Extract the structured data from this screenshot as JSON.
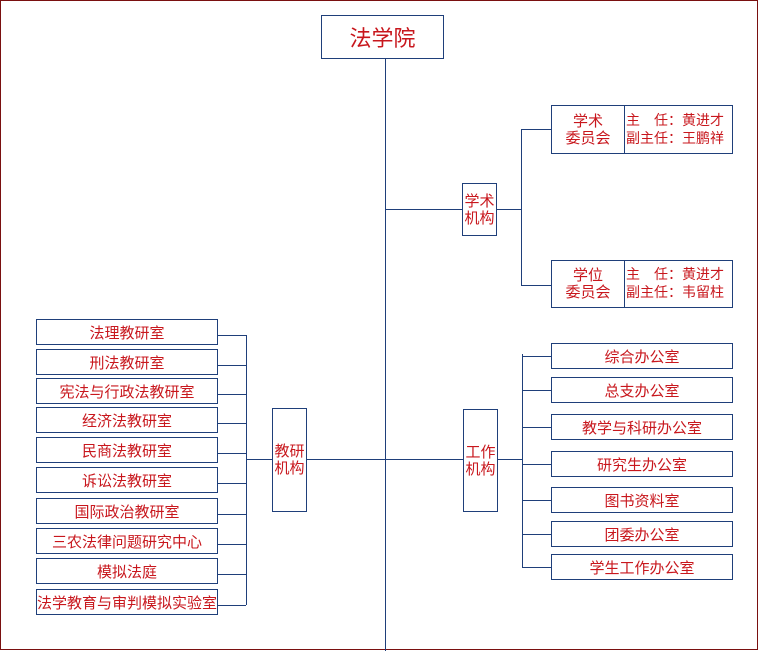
{
  "root": {
    "label": "法学院"
  },
  "academic": {
    "label_line1": "学术",
    "label_line2": "机构",
    "committees": [
      {
        "name_line1": "学术",
        "name_line2": "委员会",
        "roles": [
          {
            "title": "主　任：",
            "person": "黄进才"
          },
          {
            "title": "副主任：",
            "person": "王鹏祥"
          }
        ]
      },
      {
        "name_line1": "学位",
        "name_line2": "委员会",
        "roles": [
          {
            "title": "主　任：",
            "person": "黄进才"
          },
          {
            "title": "副主任：",
            "person": "韦留柱"
          }
        ]
      }
    ]
  },
  "teaching": {
    "label_line1": "教研",
    "label_line2": "机构",
    "units": [
      "法理教研室",
      "刑法教研室",
      "宪法与行政法教研室",
      "经济法教研室",
      "民商法教研室",
      "诉讼法教研室",
      "国际政治教研室",
      "三农法律问题研究中心",
      "模拟法庭",
      "法学教育与审判模拟实验室"
    ]
  },
  "work": {
    "label_line1": "工作",
    "label_line2": "机构",
    "units": [
      "综合办公室",
      "总支办公室",
      "教学与科研办公室",
      "研究生办公室",
      "图书资料室",
      "团委办公室",
      "学生工作办公室"
    ]
  },
  "colors": {
    "text": "#c8171d",
    "line": "#1f3f7a",
    "frame": "#7a1010"
  }
}
